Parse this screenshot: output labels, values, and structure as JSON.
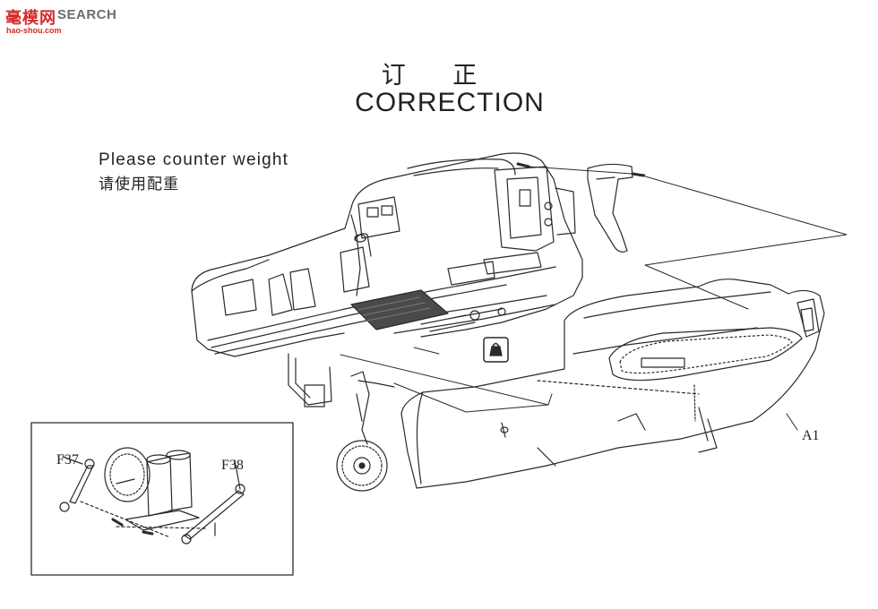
{
  "watermark": {
    "cn": "毫模网",
    "en": "SEARCH",
    "url": "hao-shou.com"
  },
  "title": {
    "cn": "订 正",
    "en": "CORRECTION"
  },
  "note": {
    "en": "Please counter weight",
    "cn": "请使用配重"
  },
  "parts": {
    "a1": "A1",
    "f37": "F37",
    "f38": "F38"
  },
  "colors": {
    "line": "#2a2a2a",
    "shade": "#4a4a4a",
    "watermark_red": "#d42a2a",
    "watermark_gray": "#6d6d6d"
  },
  "icons": {
    "weight": "weight-icon"
  }
}
